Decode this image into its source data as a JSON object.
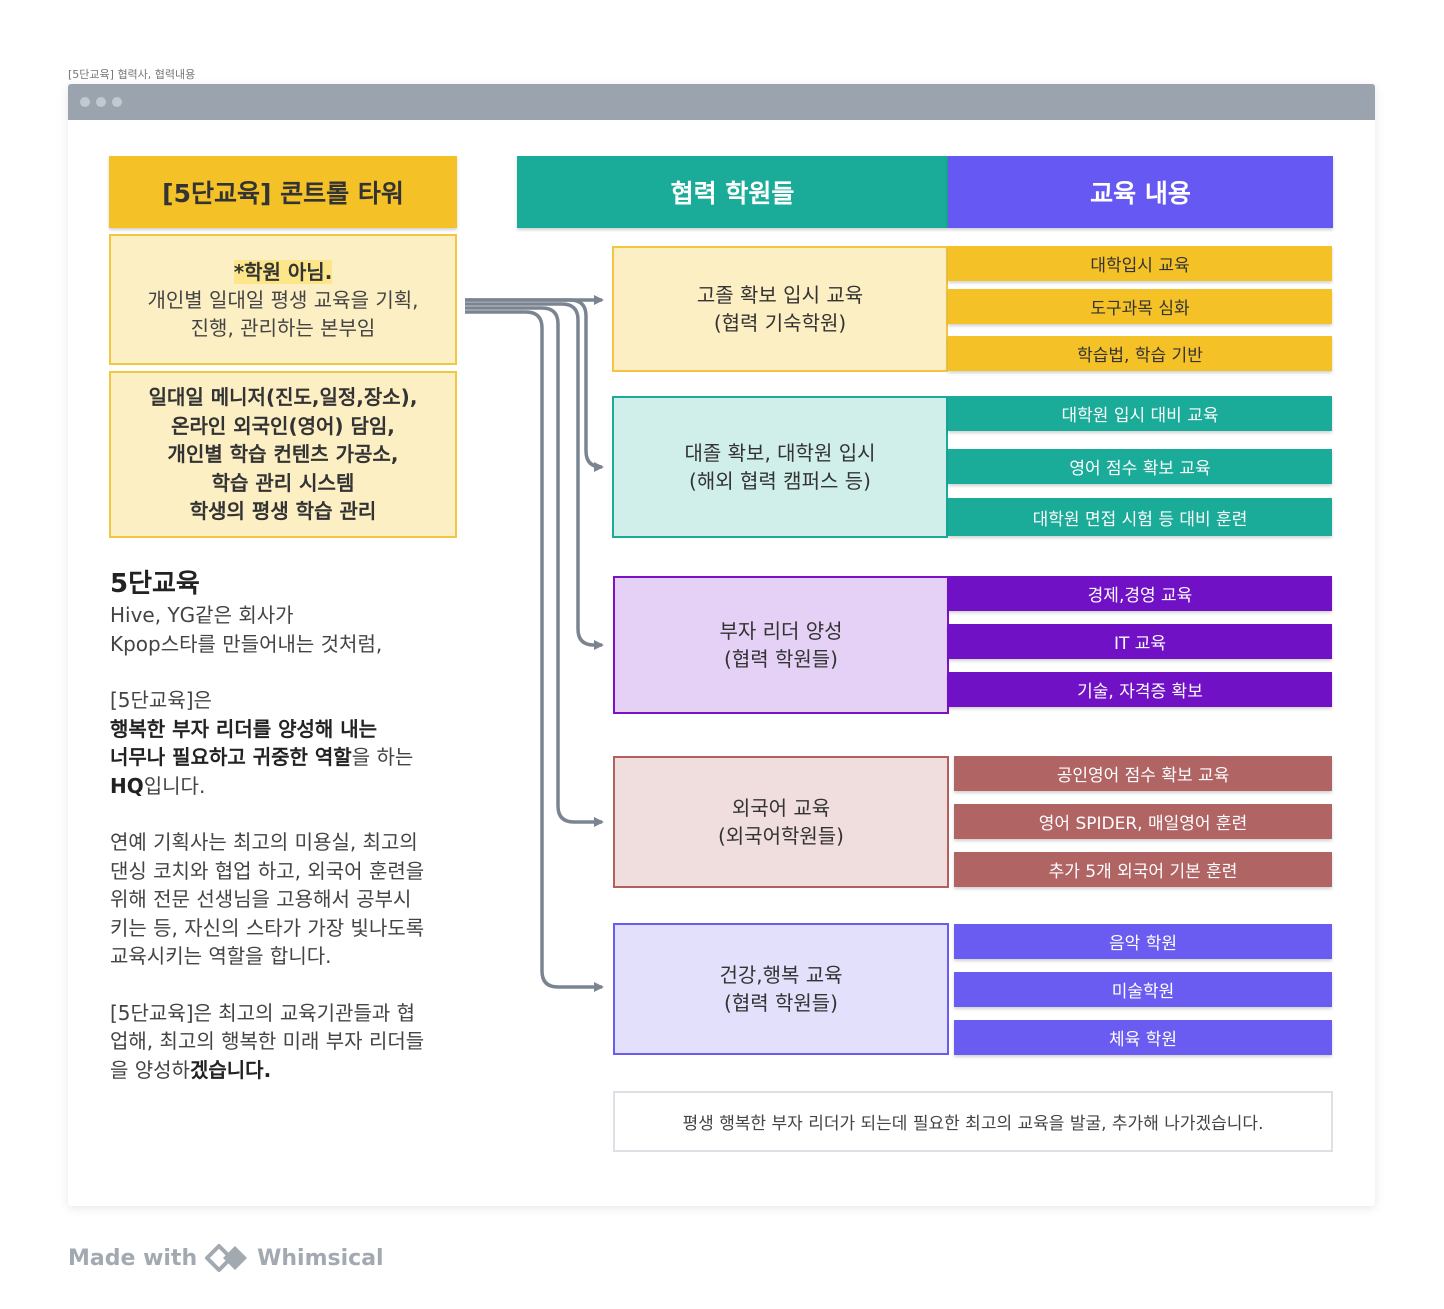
{
  "doc_title": "[5단교육] 협력사, 협력내용",
  "headers": {
    "tower": "[5단교육] 콘트롤 타워",
    "partners": "협력 학원들",
    "content": "교육 내용"
  },
  "tower_note": {
    "highlight": "*학원 아님.",
    "line1": "개인별 일대일 평생 교육을 기획,",
    "line2": "진행, 관리하는 본부임"
  },
  "tower_roles": [
    "일대일 메니저(진도,일정,장소),",
    "온라인 외국인(영어) 담임,",
    "개인별 학습 컨텐츠 가공소,",
    "학습 관리 시스템",
    "학생의 평생 학습 관리"
  ],
  "side_text": {
    "heading": "5단교육",
    "intro1": "Hive, YG같은 회사가",
    "intro2": "Kpop스타를 만들어내는 것처럼,",
    "p2_line1": "[5단교육]은",
    "p2_line2": "행복한 부자 리더를  양성해 내는",
    "p2_line3_bold": "너무나 필요하고 귀중한 역할",
    "p2_line3_rest": "을 하는",
    "p2_line4_bold": "HQ",
    "p2_line4_rest": "입니다.",
    "p3": [
      "연예 기획사는 최고의 미용실, 최고의",
      "댄싱 코치와 협업 하고, 외국어 훈련을",
      "위해 전문 선생님을 고용해서 공부시",
      "키는 등, 자신의 스타가 가장 빛나도록",
      "교육시키는 역할을 합니다."
    ],
    "p4_line1": "[5단교육]은 최고의 교육기관들과 협",
    "p4_line2": "업해, 최고의 행복한 미래 부자 리더들",
    "p4_line3_rest": "을 양성하",
    "p4_line3_bold": "겠습니다."
  },
  "groups": [
    {
      "line1": "고졸 확보 입시 교육",
      "line2": "(협력 기숙학원)",
      "bg": "#fdefc4",
      "border": "#f3c542",
      "items": [
        "대학입시 교육",
        "도구과목 심화",
        "학습법, 학습 기반"
      ],
      "item_bg": "#f4c127",
      "item_color": "#333333"
    },
    {
      "line1": "대졸 확보, 대학원 입시",
      "line2": "(해외 협력 캠퍼스 등)",
      "bg": "#d1efea",
      "border": "#1aab99",
      "items": [
        "대학원 입시 대비 교육",
        "영어 점수 확보 교육",
        "대학원 면접 시험 등 대비 훈련"
      ],
      "item_bg": "#1aab99",
      "item_color": "#ffffff"
    },
    {
      "line1": "부자 리더 양성",
      "line2": "(협력 학원들)",
      "bg": "#e4d1f5",
      "border": "#7b12c4",
      "items": [
        "경제,경영 교육",
        "IT 교육",
        "기술, 자격증 확보"
      ],
      "item_bg": "#7111c6",
      "item_color": "#ffffff"
    },
    {
      "line1": "외국어 교육",
      "line2": "(외국어학원들)",
      "bg": "#f0dede",
      "border": "#b55e5e",
      "items": [
        "공인영어 점수 확보 교육",
        "영어 SPIDER, 매일영어 훈련",
        "추가 5개 외국어 기본 훈련"
      ],
      "item_bg": "#b06464",
      "item_color": "#ffffff"
    },
    {
      "line1": "건강,행복 교육",
      "line2": "(협력 학원들)",
      "bg": "#e3e0fb",
      "border": "#6a5cf0",
      "items": [
        "음악 학원",
        "미술학원",
        "체육 학원"
      ],
      "item_bg": "#6a5cf0",
      "item_color": "#ffffff"
    }
  ],
  "footer_note": "평생 행복한 부자 리더가 되는데 필요한 최고의 교육을 발굴, 추가해 나가겠습니다.",
  "branding": {
    "made_with": "Made with",
    "brand": "Whimsical"
  },
  "colors": {
    "tower": "#f4c127",
    "partners": "#1aab99",
    "content": "#6658f2",
    "arrow": "#7a8591"
  }
}
